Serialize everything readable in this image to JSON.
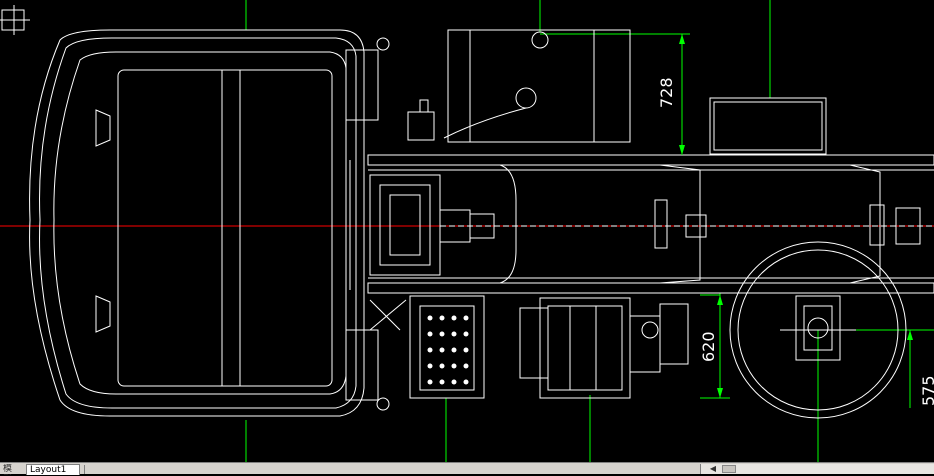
{
  "drawing": {
    "dimensions": [
      {
        "value": "728"
      },
      {
        "value": "620"
      },
      {
        "value": "575"
      }
    ]
  },
  "tabs": {
    "model": "模型",
    "layout1": "Layout1"
  },
  "colors": {
    "background": "#000000",
    "geometry": "#ffffff",
    "dimension": "#00ff00",
    "centerline": "#ff0000",
    "tabbar": "#d6d3ce"
  },
  "icons": {
    "ucs": "ucs-icon",
    "scroll_left": "chevron-left-icon"
  }
}
